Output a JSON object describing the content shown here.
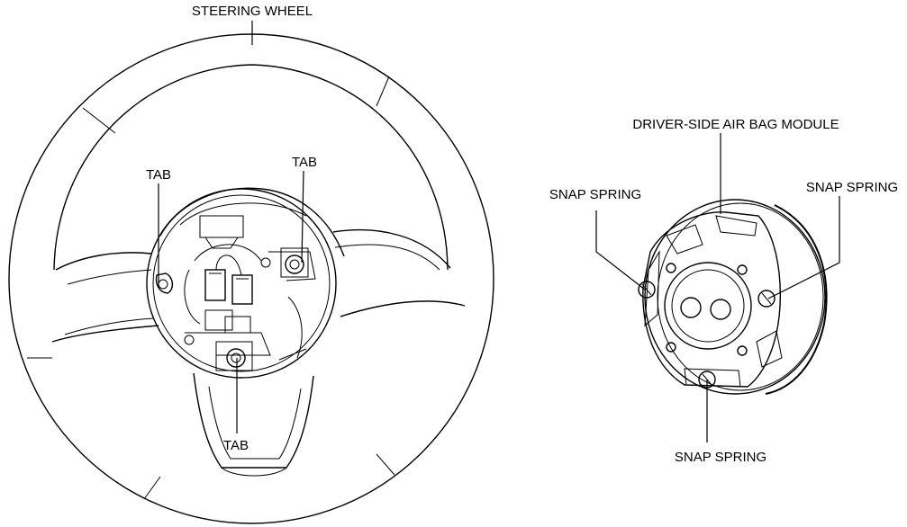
{
  "labels": {
    "steering_wheel": "STEERING WHEEL",
    "tab_left": "TAB",
    "tab_right": "TAB",
    "tab_bottom": "TAB",
    "airbag_module": "DRIVER-SIDE AIR BAG MODULE",
    "snap_spring_left": "SNAP SPRING",
    "snap_spring_right": "SNAP SPRING",
    "snap_spring_bottom": "SNAP SPRING"
  },
  "colors": {
    "line": "#000000",
    "background": "#ffffff"
  }
}
